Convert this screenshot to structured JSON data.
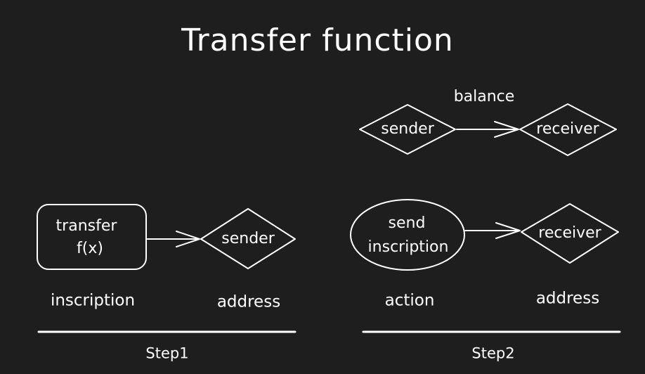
{
  "title": "Transfer function",
  "colors": {
    "background": "#1e1e1e",
    "stroke": "#ffffff"
  },
  "step2": {
    "edge_label": "balance",
    "from_node": "sender",
    "to_node": "receiver",
    "action_node_line1": "send",
    "action_node_line2": "inscription",
    "action_target": "receiver",
    "caption_left": "action",
    "caption_right": "address",
    "step_label": "Step2"
  },
  "step1": {
    "node_line1": "transfer",
    "node_line2": "f(x)",
    "target_node": "sender",
    "caption_left": "inscription",
    "caption_right": "address",
    "step_label": "Step1"
  }
}
